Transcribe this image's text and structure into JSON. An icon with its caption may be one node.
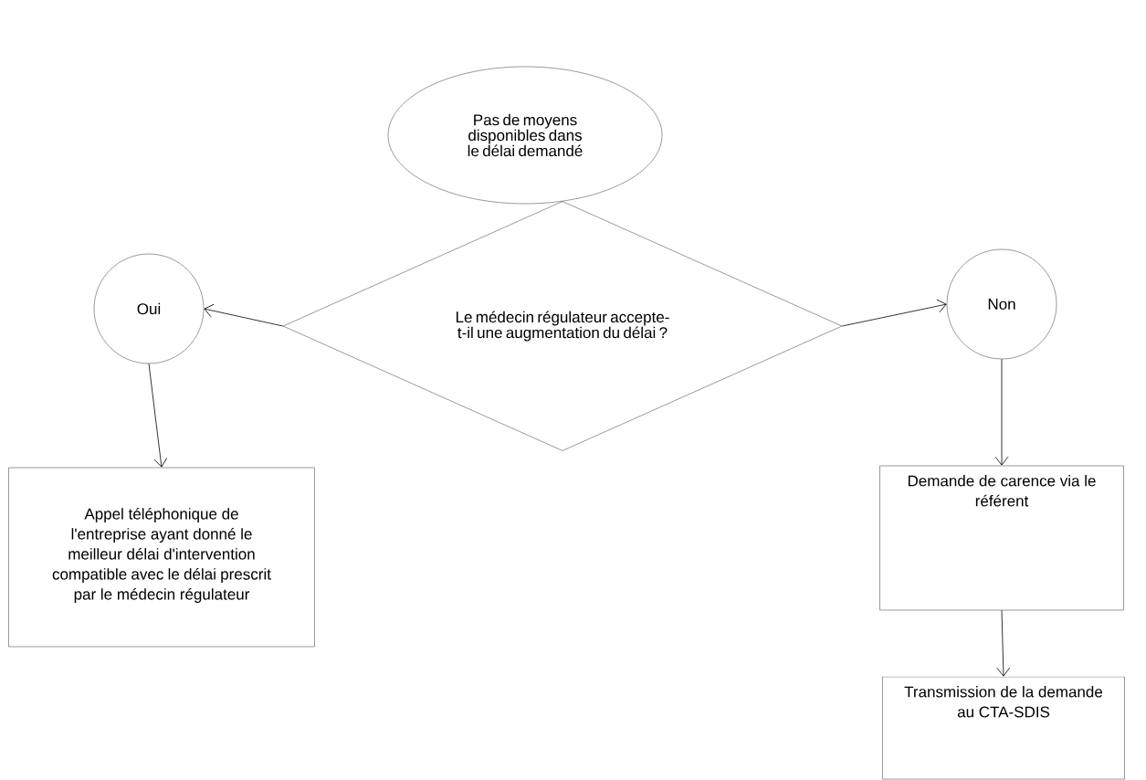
{
  "diagram": {
    "nodes": [
      {
        "text": [
          "Pas de moyens disponibles dans le délai demandé"
        ]
      },
      {
        "text": [
          "Le médecin régulateur accepte-t-il une augmentation du délai ?"
        ]
      },
      {
        "text": [
          "Oui"
        ]
      },
      {
        "text": [
          "Non"
        ]
      },
      {
        "text": [
          "Appel téléphonique de l'entreprise ayant donné le meilleur délai d'intervention compatible avec le délai prescrit par le médecin régulateur"
        ]
      },
      {
        "text": [
          "Demande de carence via le référent"
        ]
      },
      {
        "text": [
          "Transmission de la demande au CTA-SDIS"
        ]
      }
    ],
    "edges": [
      {
        "from": 1,
        "to": 2,
        "arrow": "to"
      },
      {
        "from": 1,
        "to": 3,
        "arrow": "to"
      },
      {
        "from": 2,
        "to": 4,
        "arrow": "to"
      },
      {
        "from": 3,
        "to": 5,
        "arrow": "to"
      },
      {
        "from": 5,
        "to": 6,
        "arrow": "to"
      }
    ]
  }
}
